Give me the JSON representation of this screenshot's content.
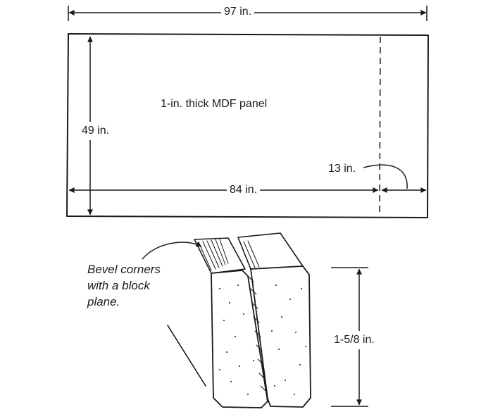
{
  "panel": {
    "title": "1-in. thick MDF panel",
    "width_label": "97 in.",
    "height_label": "49 in.",
    "cut_label": "84 in.",
    "offcut_label": "13 in."
  },
  "detail": {
    "note_lines": [
      "Bevel corners",
      "with a block",
      "plane."
    ],
    "thickness_label": "1-5/8 in."
  },
  "colors": {
    "ink": "#1a1a1a",
    "paper": "#ffffff"
  }
}
